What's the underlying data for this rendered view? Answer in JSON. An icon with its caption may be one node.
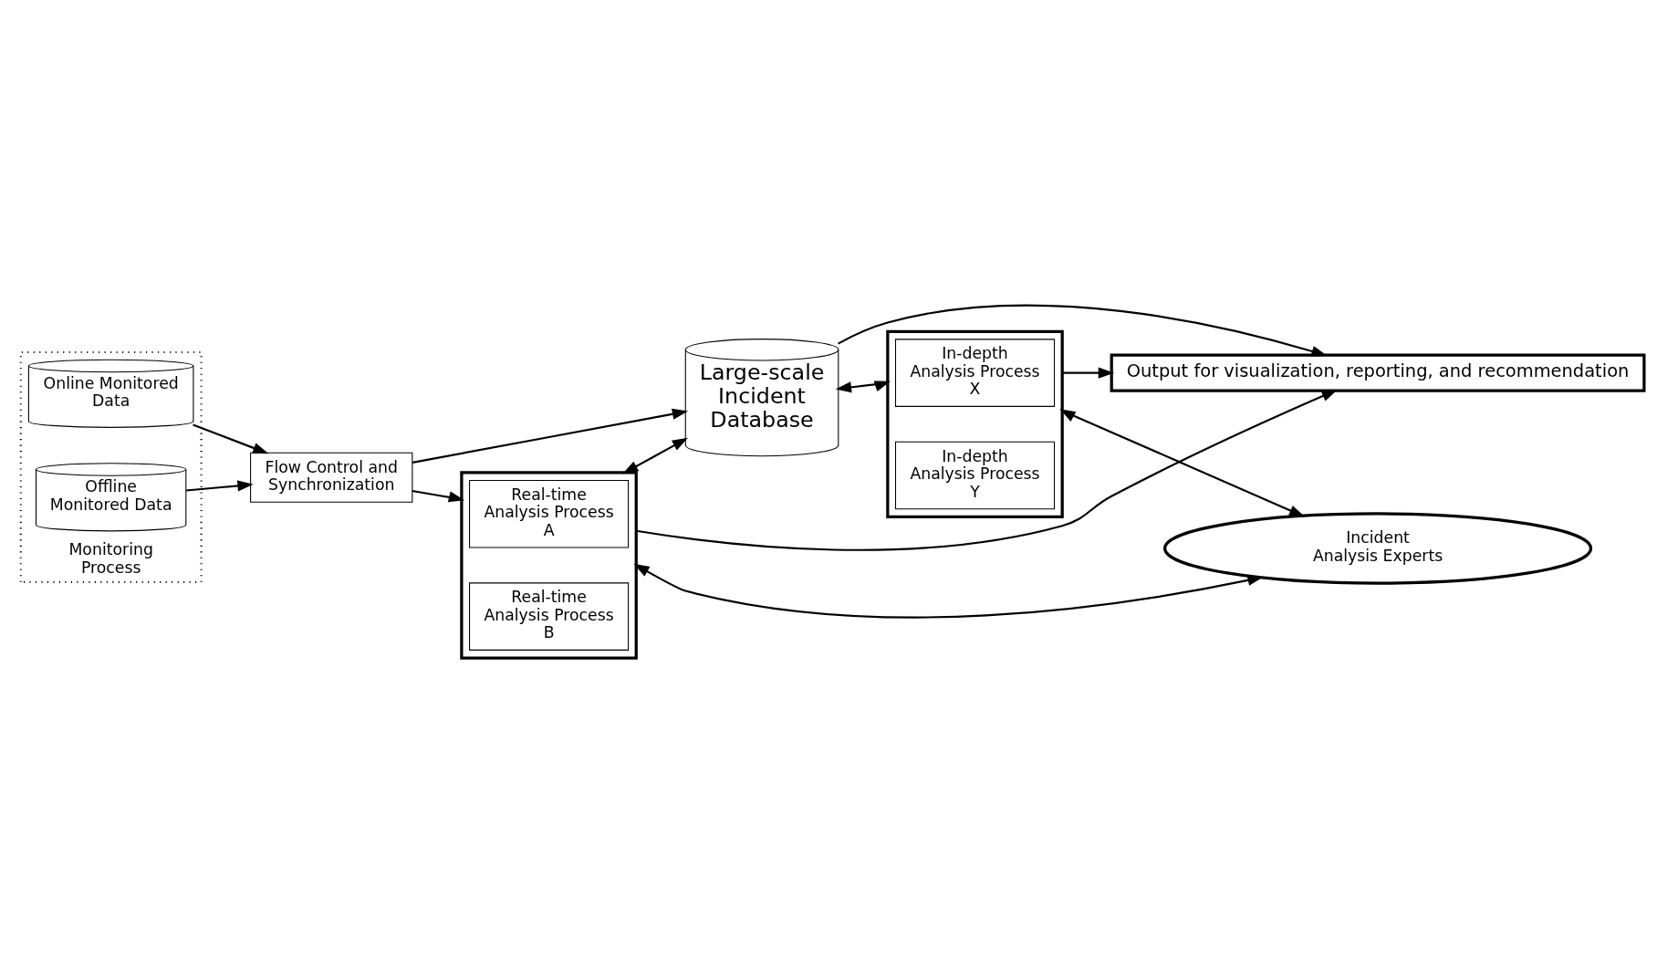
{
  "diagram": {
    "nodes": [
      {
        "text": [
          "Output for visualization, reporting, and recommendation"
        ]
      },
      {
        "text": [
          "Monitoring Process"
        ]
      },
      {
        "text": [
          "Online Monitored Data"
        ],
        "in": 1
      },
      {
        "text": [
          "Offline Monitored Data"
        ],
        "in": 1
      },
      {
        "text": [
          "Flow Control and Synchronization"
        ]
      },
      {
        "text": [
          "Large-scale Incident Database"
        ]
      },
      {
        "text": [],
        "shape": "box"
      },
      {
        "text": [
          "Real-time Analysis Process A"
        ],
        "in": 6
      },
      {
        "text": [
          "Real-time Analysis Process B"
        ],
        "in": 6
      },
      {
        "text": [],
        "shape": "box"
      },
      {
        "text": [
          "In-depth Analysis Process X"
        ],
        "in": 9
      },
      {
        "text": [
          "In-depth Analysis Process Y"
        ],
        "in": 9
      },
      {
        "text": [
          "Incident Analysis Experts"
        ]
      }
    ],
    "edges": [
      {
        "from": 2,
        "to": 4,
        "arrow": "to"
      },
      {
        "from": 3,
        "to": 4,
        "arrow": "to"
      },
      {
        "from": 4,
        "to": 5,
        "arrow": "to"
      },
      {
        "from": 4,
        "to": 6,
        "arrow": "to"
      },
      {
        "from": 6,
        "to": 5,
        "arrow": "both"
      },
      {
        "from": 6,
        "to": 0,
        "arrow": "to"
      },
      {
        "from": 5,
        "to": 0,
        "arrow": "to"
      },
      {
        "from": 5,
        "to": 9,
        "arrow": "both"
      },
      {
        "from": 9,
        "to": 0,
        "arrow": "to"
      },
      {
        "from": 6,
        "to": 12,
        "arrow": "both"
      },
      {
        "from": 9,
        "to": 12,
        "arrow": "both"
      }
    ]
  }
}
